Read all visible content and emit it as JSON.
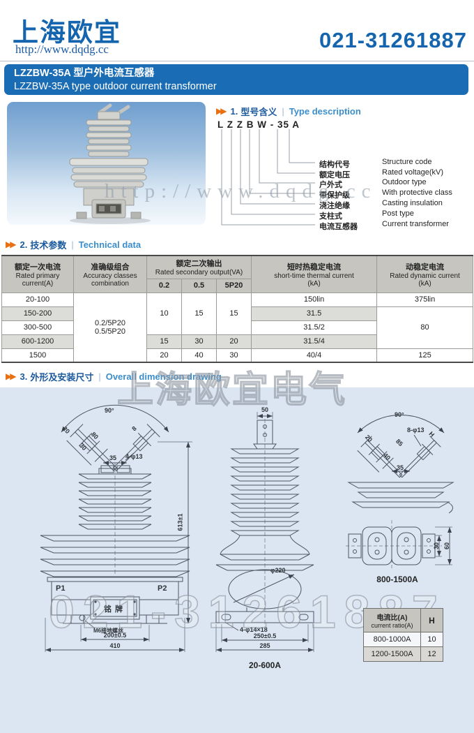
{
  "header": {
    "company": "上海欧宜",
    "website": "http://www.dqdg.cc",
    "phone": "021-31261887"
  },
  "banner": {
    "title_zh": "LZZBW-35A 型户外电流互感器",
    "title_en": "LZZBW-35A type outdoor current transformer"
  },
  "watermarks": {
    "url": "http://www.dqdg.cc",
    "brand": "上海欧宜电气",
    "phone": "021-31261887"
  },
  "section1": {
    "num": "1.",
    "title_zh": "型号含义",
    "title_en": "Type description",
    "model_code": "L Z Z B W - 35 A",
    "legend": [
      {
        "zh": "结构代号",
        "en": "Structure code"
      },
      {
        "zh": "额定电压",
        "en": "Rated voltage(kV)"
      },
      {
        "zh": "户外式",
        "en": "Outdoor type"
      },
      {
        "zh": "带保护级",
        "en": "With protective class"
      },
      {
        "zh": "浇注绝缘",
        "en": "Casting insulation"
      },
      {
        "zh": "支柱式",
        "en": "Post type"
      },
      {
        "zh": "电流互感器",
        "en": "Current transformer"
      }
    ]
  },
  "section2": {
    "num": "2.",
    "title_zh": "技术参数",
    "title_en": "Technical data",
    "thead": {
      "c1a": "额定一次电流",
      "c1b": "Rated primary",
      "c1c": "current(A)",
      "c2a": "准确级组合",
      "c2b": "Accuracy classes",
      "c2c": "combination",
      "c3a": "额定二次输出",
      "c3b": "Rated secondary output(VA)",
      "s1": "0.2",
      "s2": "0.5",
      "s3": "5P20",
      "c4a": "短时热稳定电流",
      "c4b": "short-time thermal current",
      "c4c": "(kA)",
      "c5a": "动稳定电流",
      "c5b": "Rated dynamic current",
      "c5c": "(kA)"
    },
    "tbody": {
      "m_acc1": "0.2/5P20",
      "m_acc2": "0.5/5P20",
      "m_c": "10",
      "m_d": "15",
      "m_e": "15",
      "m_g": "80",
      "r1": {
        "a": "20-100",
        "f": "150lin",
        "g": "375lin"
      },
      "r2": {
        "a": "150-200",
        "f": "31.5"
      },
      "r3": {
        "a": "300-500",
        "f": "31.5/2"
      },
      "r4": {
        "a": "600-1200",
        "c": "15",
        "d": "30",
        "e": "20",
        "f": "31.5/4"
      },
      "r5": {
        "a": "1500",
        "c": "20",
        "d": "40",
        "e": "30",
        "f": "40/4",
        "g": "125"
      }
    }
  },
  "section3": {
    "num": "3.",
    "title_zh": "外形及安装尺寸",
    "title_en": "Overall dimension drawing",
    "front": {
      "a90": "90°",
      "d20": "20",
      "d30": "30",
      "d80": "80",
      "d8": "8",
      "d35": "35",
      "holes": "4-φ13",
      "height": "613±1",
      "p1": "P1",
      "p2": "P2",
      "plate": "铭牌",
      "ground": "M6接地螺丝",
      "d200": "200±0.5",
      "d410": "410"
    },
    "side": {
      "d50": "50",
      "dia": "φ220",
      "slots": "4-φ14×18",
      "d250": "250±0.5",
      "d285": "285",
      "caption": "20-600A"
    },
    "top": {
      "a90": "90°",
      "d20": "20",
      "d40": "40",
      "d85": "85",
      "holes": "8-φ13",
      "dh": "H",
      "d35": "35",
      "d30": "30",
      "d60": "60",
      "caption": "800-1500A"
    },
    "ratio_table": {
      "title_zh": "电流比(A)",
      "title_en": "current ratio(A)",
      "col_h": "H",
      "rows": [
        {
          "ratio": "800-1000A",
          "h": "10"
        },
        {
          "ratio": "1200-1500A",
          "h": "12"
        }
      ]
    }
  }
}
